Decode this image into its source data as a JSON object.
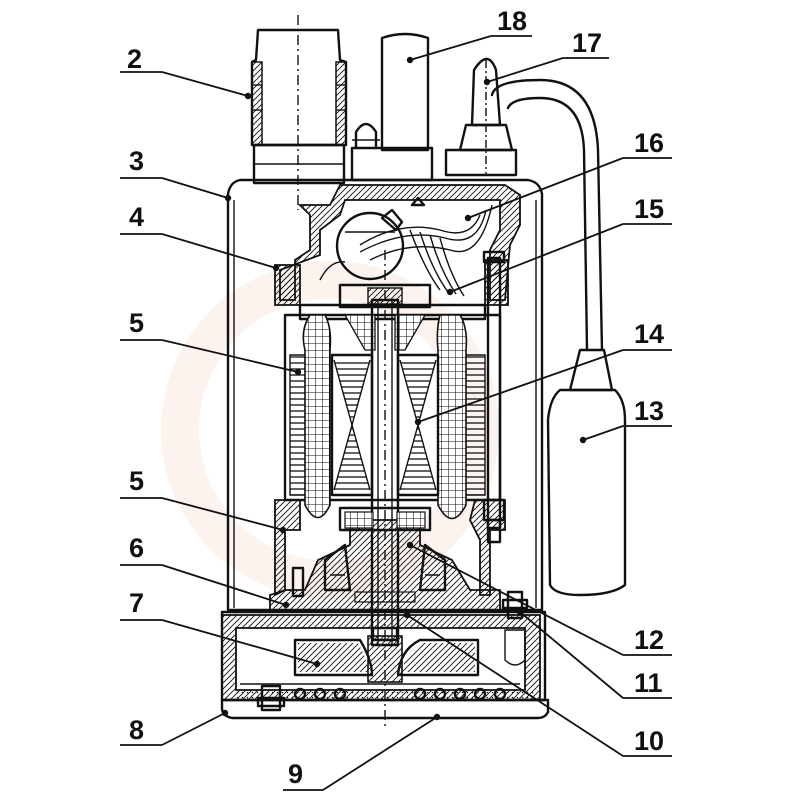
{
  "callouts": [
    {
      "label": "2"
    },
    {
      "label": "3"
    },
    {
      "label": "4"
    },
    {
      "label": "5"
    },
    {
      "label": "5"
    },
    {
      "label": "6"
    },
    {
      "label": "7"
    },
    {
      "label": "8"
    },
    {
      "label": "9"
    },
    {
      "label": "10"
    },
    {
      "label": "11"
    },
    {
      "label": "12"
    },
    {
      "label": "13"
    },
    {
      "label": "14"
    },
    {
      "label": "15"
    },
    {
      "label": "16"
    },
    {
      "label": "17"
    },
    {
      "label": "18"
    }
  ],
  "colors": {
    "line": "#111111",
    "background": "#ffffff",
    "watermark": "#f6d9cf"
  }
}
